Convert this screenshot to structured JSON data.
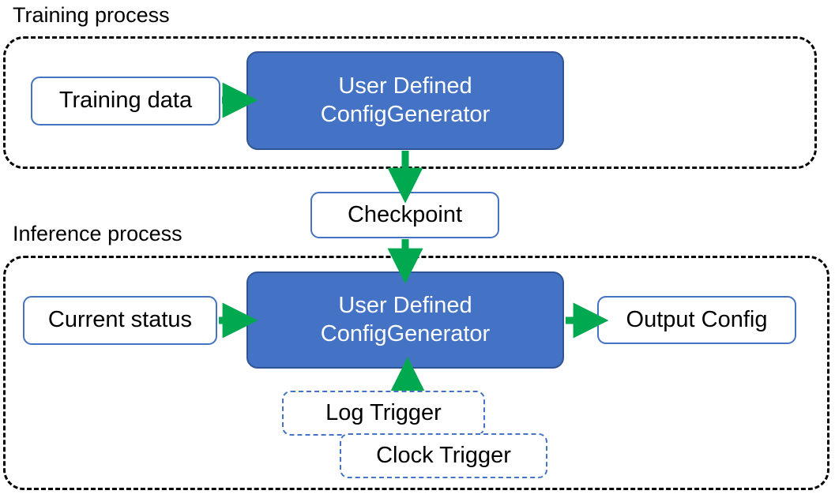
{
  "diagram": {
    "title_training": "Training process",
    "title_inference": "Inference process",
    "colors": {
      "accent_blue_fill": "#4472C4",
      "accent_blue_border": "#2F5496",
      "node_border_blue": "#4472C4",
      "arrow_green": "#00A94F",
      "group_border": "#000000",
      "text_dark": "#000000",
      "text_light": "#FFFFFF"
    },
    "training": {
      "label": "Training process",
      "input_node": "Training data",
      "process_node_line1": "User Defined",
      "process_node_line2": "ConfigGenerator"
    },
    "checkpoint": {
      "label": "Checkpoint"
    },
    "inference": {
      "label": "Inference process",
      "input_node": "Current status",
      "process_node_line1": "User Defined",
      "process_node_line2": "ConfigGenerator",
      "output_node": "Output Config",
      "trigger_log": "Log Trigger",
      "trigger_clock": "Clock Trigger"
    },
    "arrows": [
      {
        "name": "training-data-to-generator",
        "from": "Training data",
        "to": "User Defined ConfigGenerator",
        "direction": "right"
      },
      {
        "name": "generator-to-checkpoint",
        "from": "User Defined ConfigGenerator",
        "to": "Checkpoint",
        "direction": "down"
      },
      {
        "name": "checkpoint-to-inference-generator",
        "from": "Checkpoint",
        "to": "User Defined ConfigGenerator",
        "direction": "down"
      },
      {
        "name": "current-status-to-generator",
        "from": "Current status",
        "to": "User Defined ConfigGenerator",
        "direction": "right"
      },
      {
        "name": "generator-to-output-config",
        "from": "User Defined ConfigGenerator",
        "to": "Output Config",
        "direction": "right"
      },
      {
        "name": "triggers-to-generator",
        "from": "Log Trigger / Clock Trigger",
        "to": "User Defined ConfigGenerator",
        "direction": "up"
      }
    ]
  }
}
